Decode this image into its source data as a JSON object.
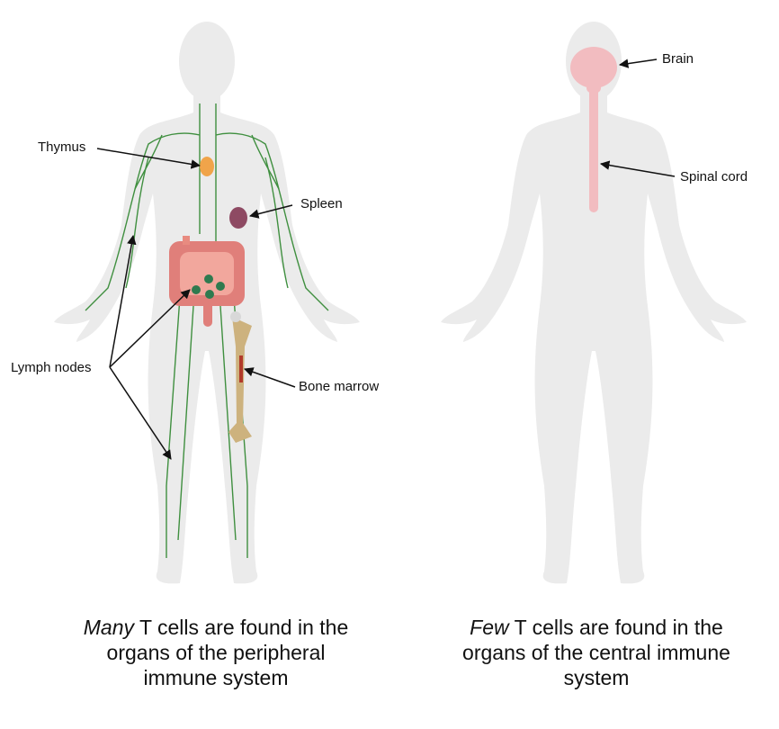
{
  "left_figure": {
    "labels": {
      "thymus": "Thymus",
      "spleen": "Spleen",
      "lymph_nodes": "Lymph nodes",
      "bone_marrow": "Bone marrow"
    },
    "caption": {
      "emphasis": "Many",
      "rest": " T cells are found in the organs of the peripheral immune system"
    }
  },
  "right_figure": {
    "labels": {
      "brain": "Brain",
      "spinal_cord": "Spinal cord"
    },
    "caption": {
      "emphasis": "Few",
      "rest": " T cells are found in the organs of the central immune system"
    }
  },
  "colors": {
    "body": "#ebebeb",
    "lymph": "#3f8f3f",
    "thymus": "#f0a44a",
    "spleen": "#8e4a63",
    "intestine": "#e07f7a",
    "node": "#2f7a4f",
    "bone": "#cdb27e",
    "brain": "#f2bcc0"
  }
}
